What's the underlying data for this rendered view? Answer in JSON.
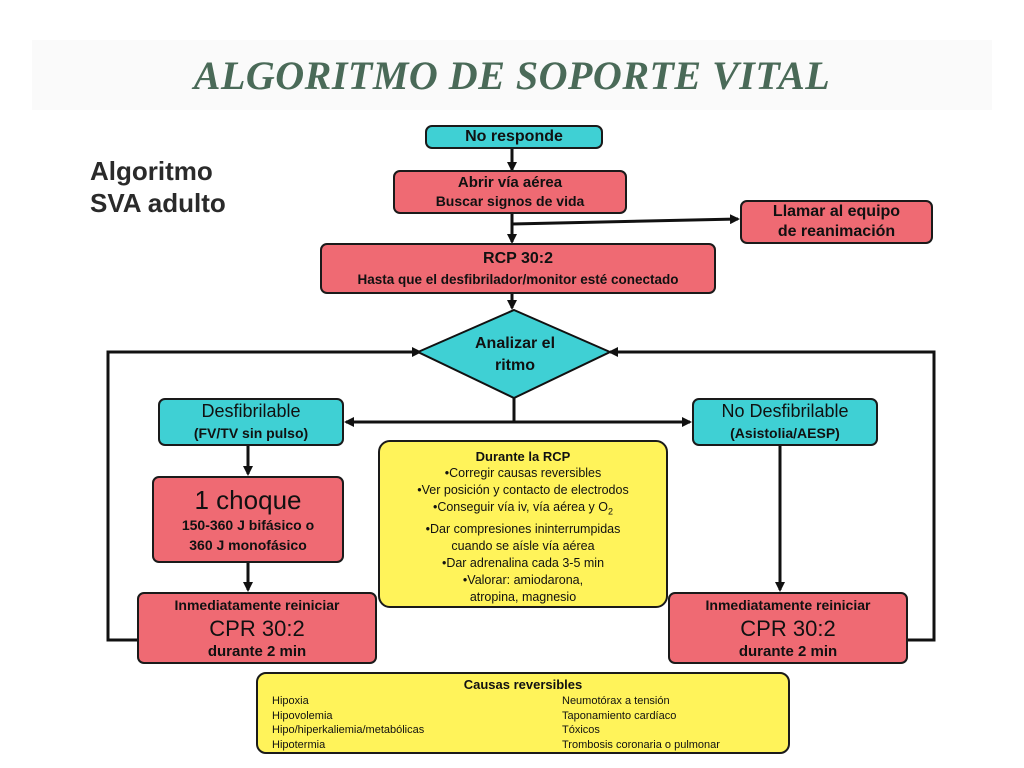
{
  "slide_title": "ALGORITMO DE SOPORTE VITAL",
  "side_title": [
    "Algoritmo",
    "SVA adulto"
  ],
  "nodes": {
    "no_responde": "No responde",
    "abrir_via": [
      "Abrir vía aérea",
      "Buscar signos de vida"
    ],
    "llamar": [
      "Llamar al equipo",
      "de reanimación"
    ],
    "rcp_initial": [
      "RCP 30:2",
      "Hasta que el desfibrilador/monitor esté conectado"
    ],
    "analizar": [
      "Analizar el",
      "ritmo"
    ],
    "desfibrilable": [
      "Desfibrilable",
      "(FV/TV sin pulso)"
    ],
    "no_desfibrilable": [
      "No Desfibrilable",
      "(Asistolia/AESP)"
    ],
    "choque": [
      "1 choque",
      "150-360 J bifásico o",
      "360 J monofásico"
    ],
    "reiniciar_left": [
      "Inmediatamente reiniciar",
      "CPR 30:2",
      "durante 2 min"
    ],
    "reiniciar_right": [
      "Inmediatamente reiniciar",
      "CPR 30:2",
      "durante 2 min"
    ]
  },
  "durante_rcp": {
    "title": "Durante la RCP",
    "items": [
      "•Corregir causas reversibles",
      "•Ver posición y contacto de electrodos",
      "•Conseguir vía iv, vía aérea y O",
      "•Dar compresiones ininterrumpidas",
      "cuando se aísle vía aérea",
      "•Dar adrenalina cada 3-5 min",
      "•Valorar: amiodarona,",
      "atropina, magnesio"
    ],
    "o2_subscript": "2"
  },
  "causas": {
    "title": "Causas reversibles",
    "left": [
      "Hipoxia",
      "Hipovolemia",
      "Hipo/hiperkaliemia/metabólicas",
      "Hipotermia"
    ],
    "right": [
      "Neumotórax a tensión",
      "Taponamiento cardíaco",
      "Tóxicos",
      "Trombosis coronaria o pulmonar"
    ]
  },
  "colors": {
    "cyan": "#3fd0d4",
    "red": "#ef6a73",
    "yellow": "#fff35a",
    "title": "#4a6a58"
  }
}
